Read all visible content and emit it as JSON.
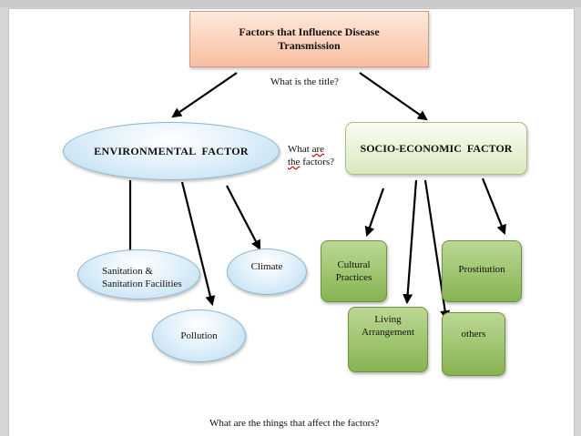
{
  "diagram": {
    "title_line1": "Factors that Influence Disease",
    "title_line2": "Transmission",
    "question_title": "What is the title?",
    "question_factors_pre": "What ",
    "question_factors_are": "are",
    "question_factors_the": "the",
    "question_factors_post": " factors?",
    "question_things": "What are the things that affect the factors?",
    "environmental": {
      "label": "ENVIRONMENTAL  FACTOR",
      "children": {
        "sanitation_line1": "Sanitation &",
        "sanitation_line2": "Sanitation Facilities",
        "climate": "Climate",
        "pollution": "Pollution"
      }
    },
    "socio_economic": {
      "label": "SOCIO-ECONOMIC  FACTOR",
      "children": {
        "cultural_line1": "Cultural",
        "cultural_line2": "Practices",
        "prostitution": "Prostitution",
        "living_line1": "Living",
        "living_line2": "Arrangement",
        "others": "others"
      }
    },
    "colors": {
      "title_fill": "#f8bea1",
      "oval_fill": "#b9dbf0",
      "socio_fill": "#d9e9be",
      "green_box": "#86b451",
      "arrow": "#000000",
      "background": "#d6d6d6"
    }
  }
}
